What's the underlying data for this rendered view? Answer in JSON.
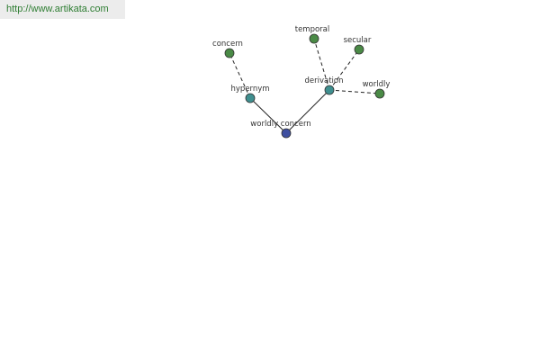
{
  "source": {
    "url_text": "http://www.artikata.com"
  },
  "graph": {
    "colors": {
      "root": "#3f4fa0",
      "relation": "#3f8f8f",
      "leaf": "#4a8a46"
    },
    "nodes": [
      {
        "id": "root",
        "label": "worldly concern",
        "kind": "root"
      },
      {
        "id": "hypernym",
        "label": "hypernym",
        "kind": "relation"
      },
      {
        "id": "derivation",
        "label": "derivation",
        "kind": "relation"
      },
      {
        "id": "concern",
        "label": "concern",
        "kind": "leaf"
      },
      {
        "id": "temporal",
        "label": "temporal",
        "kind": "leaf"
      },
      {
        "id": "secular",
        "label": "secular",
        "kind": "leaf"
      },
      {
        "id": "worldly",
        "label": "worldly",
        "kind": "leaf"
      }
    ],
    "edges": [
      {
        "from": "root",
        "to": "hypernym",
        "style": "solid"
      },
      {
        "from": "root",
        "to": "derivation",
        "style": "solid"
      },
      {
        "from": "hypernym",
        "to": "concern",
        "style": "dashed"
      },
      {
        "from": "derivation",
        "to": "temporal",
        "style": "dashed"
      },
      {
        "from": "derivation",
        "to": "secular",
        "style": "dashed"
      },
      {
        "from": "derivation",
        "to": "worldly",
        "style": "dashed"
      }
    ]
  }
}
